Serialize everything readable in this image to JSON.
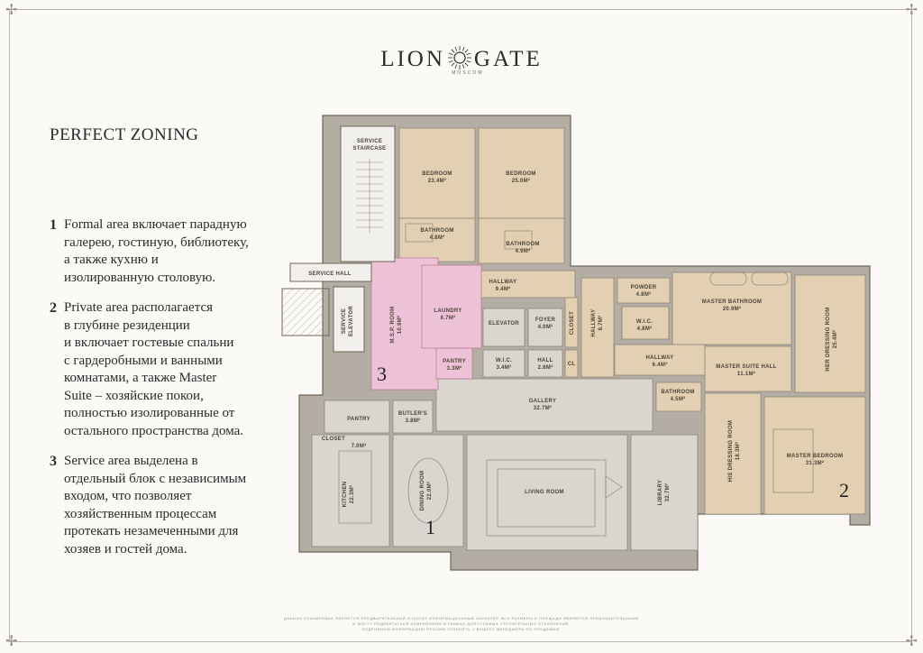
{
  "brand": {
    "left": "LION",
    "right": "GATE",
    "city": "MOSCOW"
  },
  "heading": "PERFECT ZONING",
  "zones": [
    {
      "num": "1",
      "text": "Formal area включает парадную\nгалерею, гостиную, библиотеку,\nа также кухню и\nизолированную столовую."
    },
    {
      "num": "2",
      "text": "Private area располагается\nв глубине резиденции\nи включает гостевые спальни\nс гардеробными и ванными\nкомнатами, а также Master\nSuite – хозяйские покои,\nполностью изолированные от\nостального пространства дома."
    },
    {
      "num": "3",
      "text": "Service area выделена в\nотдельный блок с независимым\nвходом, что позволяет\nхозяйственным процессам\nпротекать незамеченными для\nхозяев и гостей дома."
    }
  ],
  "plan": {
    "zone_markers": [
      "1",
      "2",
      "3"
    ],
    "rooms": {
      "service_staircase": [
        "SERVICE",
        "STAIRCASE"
      ],
      "bedroom_1": [
        "BEDROOM",
        "23.4M²"
      ],
      "bedroom_2": [
        "BEDROOM",
        "25.0M²"
      ],
      "bathroom_1": [
        "BATHROOM",
        "4.8M²"
      ],
      "bathroom_2": [
        "BATHROOM",
        "4.9M²"
      ],
      "service_hall": "SERVICE HALL",
      "service_elevator": [
        "SERVICE",
        "ELEVATOR"
      ],
      "msp_room": [
        "M.S.P. ROOM",
        "10.9M²"
      ],
      "laundry": [
        "LAUNDRY",
        "6.7M²"
      ],
      "hallway_1": [
        "HALLWAY",
        "9.4M²"
      ],
      "elevator": "ELEVATOR",
      "foyer": [
        "FOYER",
        "4.0M²"
      ],
      "closet_1": "CLOSET",
      "hallway_2": [
        "HALLWAY",
        "8.7M²"
      ],
      "cl": "CL",
      "powder": [
        "POWDER",
        "4.8M²"
      ],
      "wic_1": [
        "W.I.C.",
        "4.8M²"
      ],
      "master_bathroom": [
        "MASTER BATHROOM",
        "20.9M²"
      ],
      "her_dressing": [
        "HER DRESSING ROOM",
        "25.4M²"
      ],
      "pantry_1": [
        "PANTRY",
        "3.3M²"
      ],
      "wic_2": [
        "W.I.C.",
        "3.4M²"
      ],
      "hall": [
        "HALL",
        "2.8M²"
      ],
      "hallway_3": [
        "HALLWAY",
        "6.4M²"
      ],
      "master_suite_hall": [
        "MASTER SUITE HALL",
        "11.1M²"
      ],
      "gallery": [
        "GALLERY",
        "32.7M²"
      ],
      "bathroom_3": [
        "BATHROOM",
        "4.5M²"
      ],
      "pantry_2": [
        "PANTRY",
        "7.0M²"
      ],
      "butlers": [
        "BUTLER'S",
        "3.8M²"
      ],
      "closet_2": "CLOSET",
      "kitchen": [
        "KITCHEN",
        "22.3M²"
      ],
      "dining": [
        "DINING ROOM",
        "22.0M²"
      ],
      "living": "LIVING ROOM",
      "library": [
        "LIBRARY",
        "32.7M²"
      ],
      "his_dressing": [
        "HIS DRESSING ROOM",
        "18.3M²"
      ],
      "master_bedroom": [
        "MASTER BEDROOM",
        "31.3M²"
      ]
    }
  },
  "colors": {
    "private": "#e3d0b3",
    "formal": "#d9d6d0",
    "service": "#eec2d6",
    "wall": "#6e6558",
    "outline": "#8f867a"
  },
  "footnote": [
    "ДАННАЯ ПЛАНИРОВКА ЯВЛЯЕТСЯ ПРЕДВАРИТЕЛЬНОЙ И НОСИТ ИНФОРМАЦИОННЫЙ ХАРАКТЕР. ВСЕ РАЗМЕРЫ И ПЛОЩАДИ ЯВЛЯЮТСЯ ПРИБЛИЗИТЕЛЬНЫМИ",
    "И МОГУТ ПОДВЕРГАТЬСЯ ИЗМЕНЕНИЯМ В РАМКАХ ДОПУСТИМЫХ СТРОИТЕЛЬНЫХ ОТКЛОНЕНИЙ.",
    "ПОДРОБНУЮ ИНФОРМАЦИЮ ПРОСИМ УТОЧНЯТЬ У ВАШЕГО МЕНЕДЖЕРА ПО ПРОДАЖАМ."
  ]
}
